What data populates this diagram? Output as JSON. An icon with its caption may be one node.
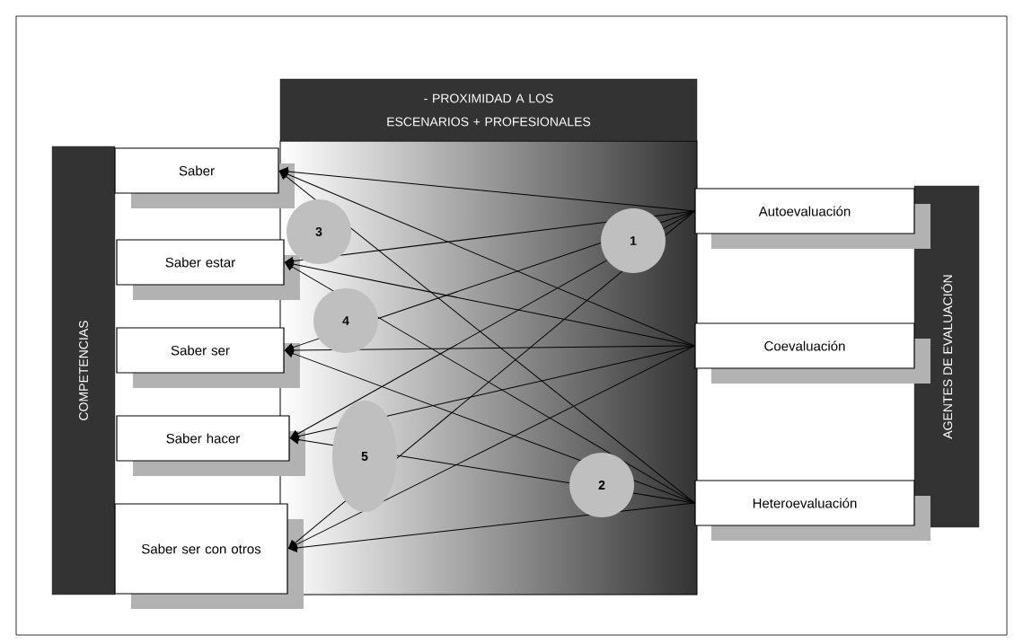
{
  "diagram": {
    "nodes": [
      {
        "text": [
          "- PROXIMIDAD A LOS ESCENARIOS + PROFESIONALES"
        ]
      },
      {
        "text": [
          "COMPETENCIAS"
        ]
      },
      {
        "text": [
          "Saber"
        ]
      },
      {
        "text": [
          "Saber estar"
        ]
      },
      {
        "text": [
          "Saber ser"
        ]
      },
      {
        "text": [
          "Saber hacer"
        ]
      },
      {
        "text": [
          "Saber ser con otros"
        ]
      },
      {
        "text": [
          "AGENTES DE EVALUACIÓN"
        ]
      },
      {
        "text": [
          "Autoevaluación"
        ]
      },
      {
        "text": [
          "Coevaluación"
        ]
      },
      {
        "text": [
          "Heteroevaluación"
        ]
      }
    ],
    "edges": [
      {
        "from": 8,
        "to": 2,
        "arrow": "to"
      },
      {
        "from": 8,
        "to": 3,
        "arrow": "to"
      },
      {
        "from": 8,
        "to": 4,
        "arrow": "to"
      },
      {
        "from": 8,
        "to": 5,
        "arrow": "to"
      },
      {
        "from": 8,
        "to": 6,
        "arrow": "to"
      },
      {
        "from": 9,
        "to": 2,
        "arrow": "to"
      },
      {
        "from": 9,
        "to": 3,
        "arrow": "to"
      },
      {
        "from": 9,
        "to": 4,
        "arrow": "to"
      },
      {
        "from": 9,
        "to": 5,
        "arrow": "to"
      },
      {
        "from": 9,
        "to": 6,
        "arrow": "to"
      },
      {
        "from": 10,
        "to": 2,
        "arrow": "to"
      },
      {
        "from": 10,
        "to": 3,
        "arrow": "to"
      },
      {
        "from": 10,
        "to": 4,
        "arrow": "to"
      },
      {
        "from": 10,
        "to": 5,
        "arrow": "to"
      },
      {
        "from": 10,
        "to": 6,
        "arrow": "to"
      }
    ],
    "labels": [
      "3",
      "1",
      "4",
      "5",
      "2"
    ]
  }
}
